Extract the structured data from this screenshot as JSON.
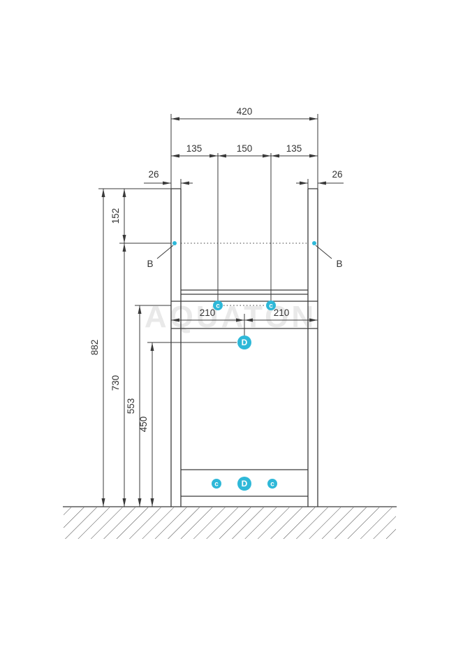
{
  "diagram": {
    "watermark": "AQUATON",
    "colors": {
      "line": "#3a3a3a",
      "marker": "#2eb8d8",
      "marker_text": "#ffffff",
      "watermark": "#e9e9e9"
    },
    "dimensions": {
      "total_width": "420",
      "left_segment": "135",
      "center_segment": "150",
      "right_segment": "135",
      "left_panel_thickness": "26",
      "right_panel_thickness": "26",
      "half_width_left": "210",
      "half_width_right": "210",
      "total_height": "882",
      "top_to_b_line": "152",
      "b_line_to_floor": "730",
      "c_line_to_floor": "553",
      "d_line_to_floor": "450"
    },
    "callouts": {
      "b_left": "B",
      "b_right": "B"
    },
    "markers": {
      "c_upper_left": "c",
      "c_upper_right": "c",
      "d_center": "D",
      "c_bottom_left": "c",
      "d_bottom": "D",
      "c_bottom_right": "c"
    }
  }
}
